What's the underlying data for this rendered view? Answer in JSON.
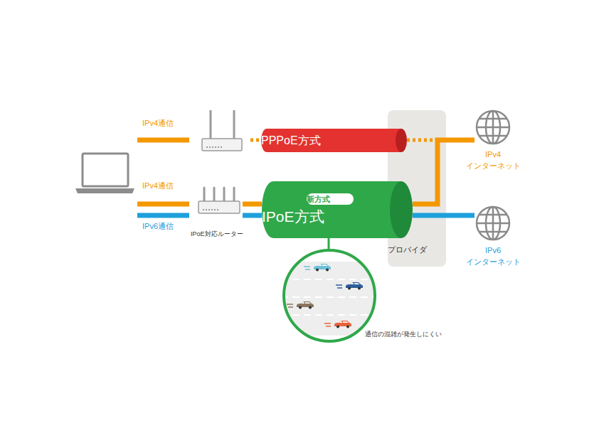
{
  "diagram": {
    "nodes": [
      {
        "text": [
          "IPoE対応ルーター"
        ]
      },
      {
        "text": [
          "PPPoE方式"
        ]
      },
      {
        "text": [
          "IPoE方式"
        ]
      },
      {
        "text": [
          "新方式"
        ],
        "in": 2
      },
      {
        "text": [
          "プロバイダ"
        ]
      },
      {
        "text": [
          "IPv4 インターネット"
        ]
      },
      {
        "text": [
          "IPv6 インターネット"
        ]
      },
      {
        "text": [
          "通信の混雑が発生しにくい"
        ]
      }
    ],
    "edges": [
      {
        "from": 0,
        "to": 2,
        "arrow": "none"
      },
      {
        "from": 0,
        "to": 2,
        "arrow": "none"
      },
      {
        "from": 1,
        "to": 5,
        "arrow": "none"
      },
      {
        "from": 2,
        "to": 5,
        "arrow": "none"
      },
      {
        "from": 2,
        "to": 6,
        "arrow": "none"
      },
      {
        "from": 2,
        "to": 7,
        "arrow": "none"
      }
    ],
    "labels": [
      "IPv4通信",
      "IPv4通信",
      "IPv6通信"
    ]
  }
}
